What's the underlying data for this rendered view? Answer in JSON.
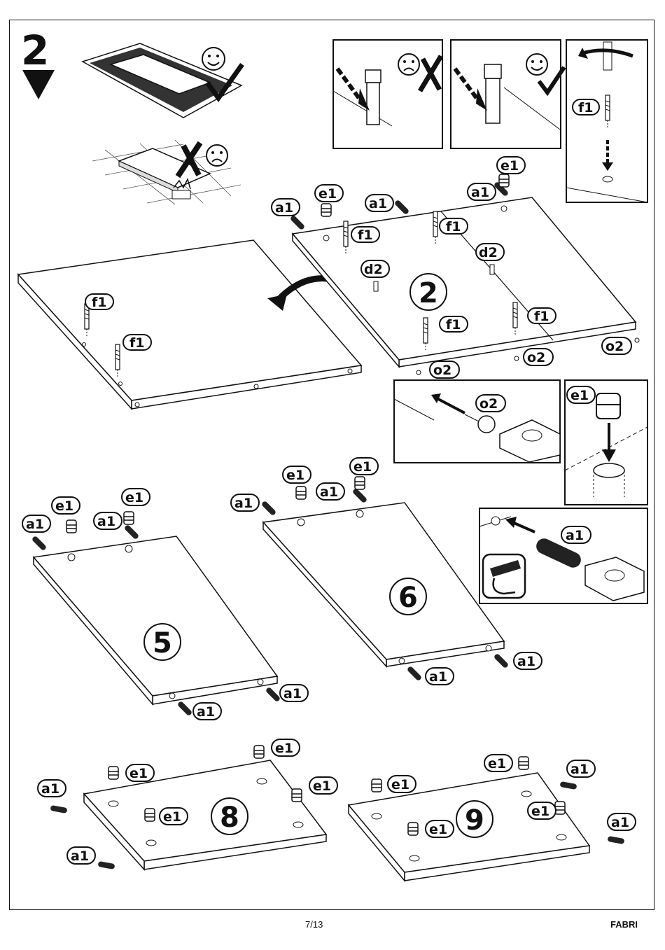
{
  "step": {
    "number": "2"
  },
  "panels": {
    "p2": "2",
    "p5": "5",
    "p6": "6",
    "p8": "8",
    "p9": "9"
  },
  "labels": {
    "a1": "a1",
    "e1": "e1",
    "f1": "f1",
    "d2": "d2",
    "o2": "o2"
  },
  "footer": {
    "page": "7/13",
    "product": "FABRI"
  }
}
